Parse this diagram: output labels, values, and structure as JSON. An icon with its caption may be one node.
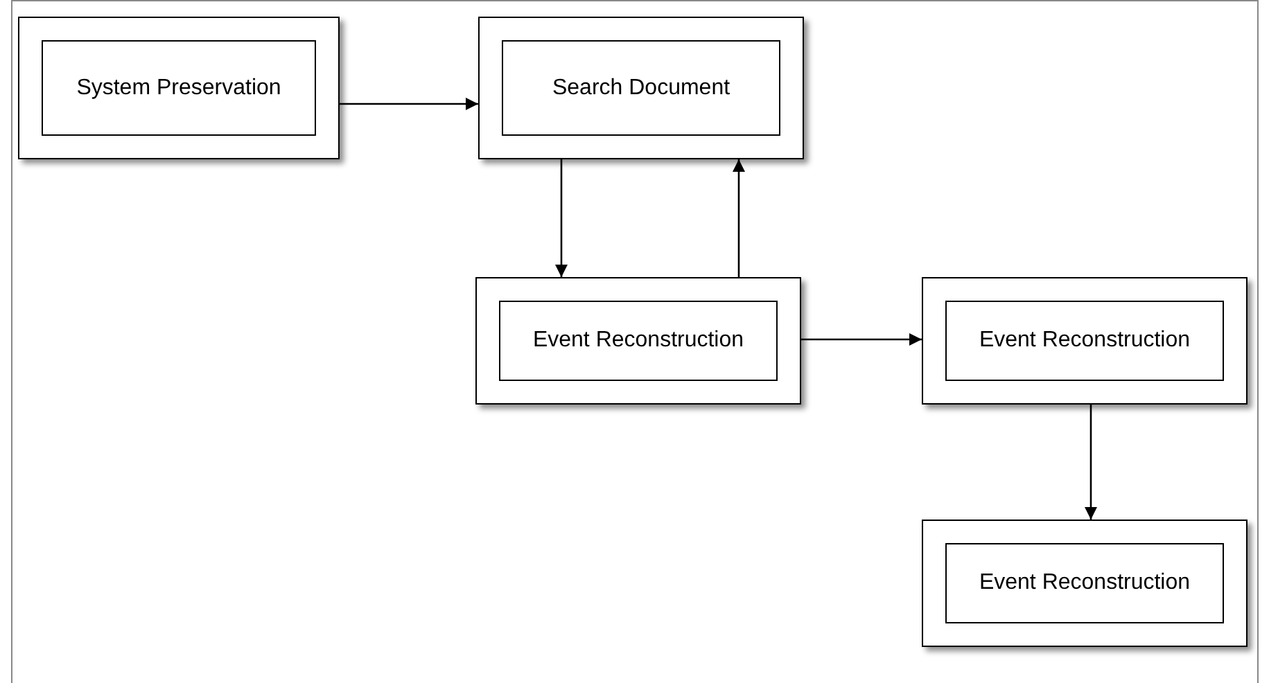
{
  "diagram": {
    "nodes": [
      {
        "text": [
          "System Preservation"
        ]
      },
      {
        "text": [
          "Search Document"
        ]
      },
      {
        "text": [
          "Event Reconstruction"
        ]
      },
      {
        "text": [
          "Event Reconstruction"
        ]
      },
      {
        "text": [
          "Event Reconstruction"
        ]
      }
    ],
    "edges": [
      {
        "from": 0,
        "to": 1,
        "arrow": "to"
      },
      {
        "from": 1,
        "to": 2,
        "arrow": "to"
      },
      {
        "from": 2,
        "to": 1,
        "arrow": "to"
      },
      {
        "from": 2,
        "to": 3,
        "arrow": "to"
      },
      {
        "from": 3,
        "to": 4,
        "arrow": "to"
      }
    ]
  }
}
